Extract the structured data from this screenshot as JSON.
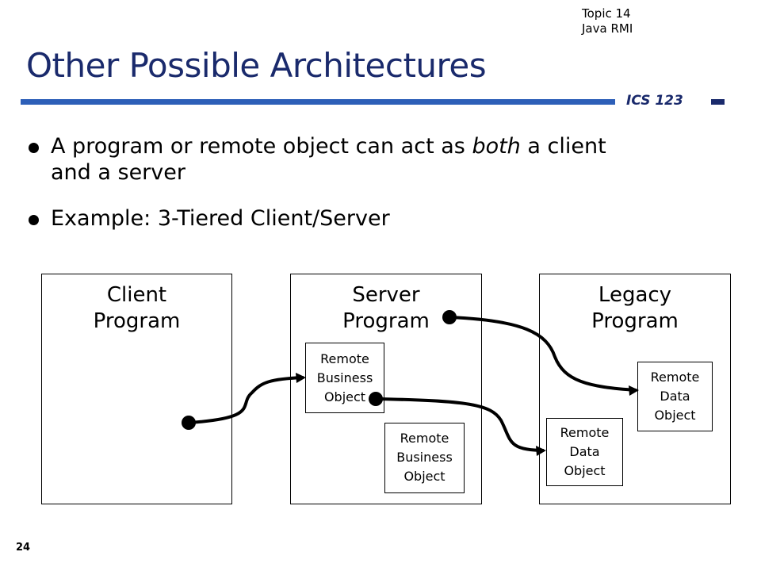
{
  "header": {
    "topic_line1": "Topic 14",
    "topic_line2": "Java RMI",
    "title": "Other Possible Architectures",
    "course": "ICS 123"
  },
  "bullets": [
    {
      "text_before": "A program or remote object can act as ",
      "text_emph": "both",
      "text_after": " a client",
      "line2": "and a server"
    },
    {
      "text": "Example:  3-Tiered Client/Server"
    }
  ],
  "diagram": {
    "panels": [
      {
        "title": "Client\nProgram"
      },
      {
        "title": "Server\nProgram"
      },
      {
        "title": "Legacy\nProgram"
      }
    ],
    "objects": [
      {
        "label": "Remote\nBusiness\nObject"
      },
      {
        "label": "Remote\nBusiness\nObject"
      },
      {
        "label": "Remote\nData\nObject"
      },
      {
        "label": "Remote\nData\nObject"
      }
    ],
    "line_color": "#000000"
  },
  "footer": {
    "page_number": "24"
  },
  "colors": {
    "title": "#1a2a6c",
    "rule": "#2d5fb8"
  }
}
